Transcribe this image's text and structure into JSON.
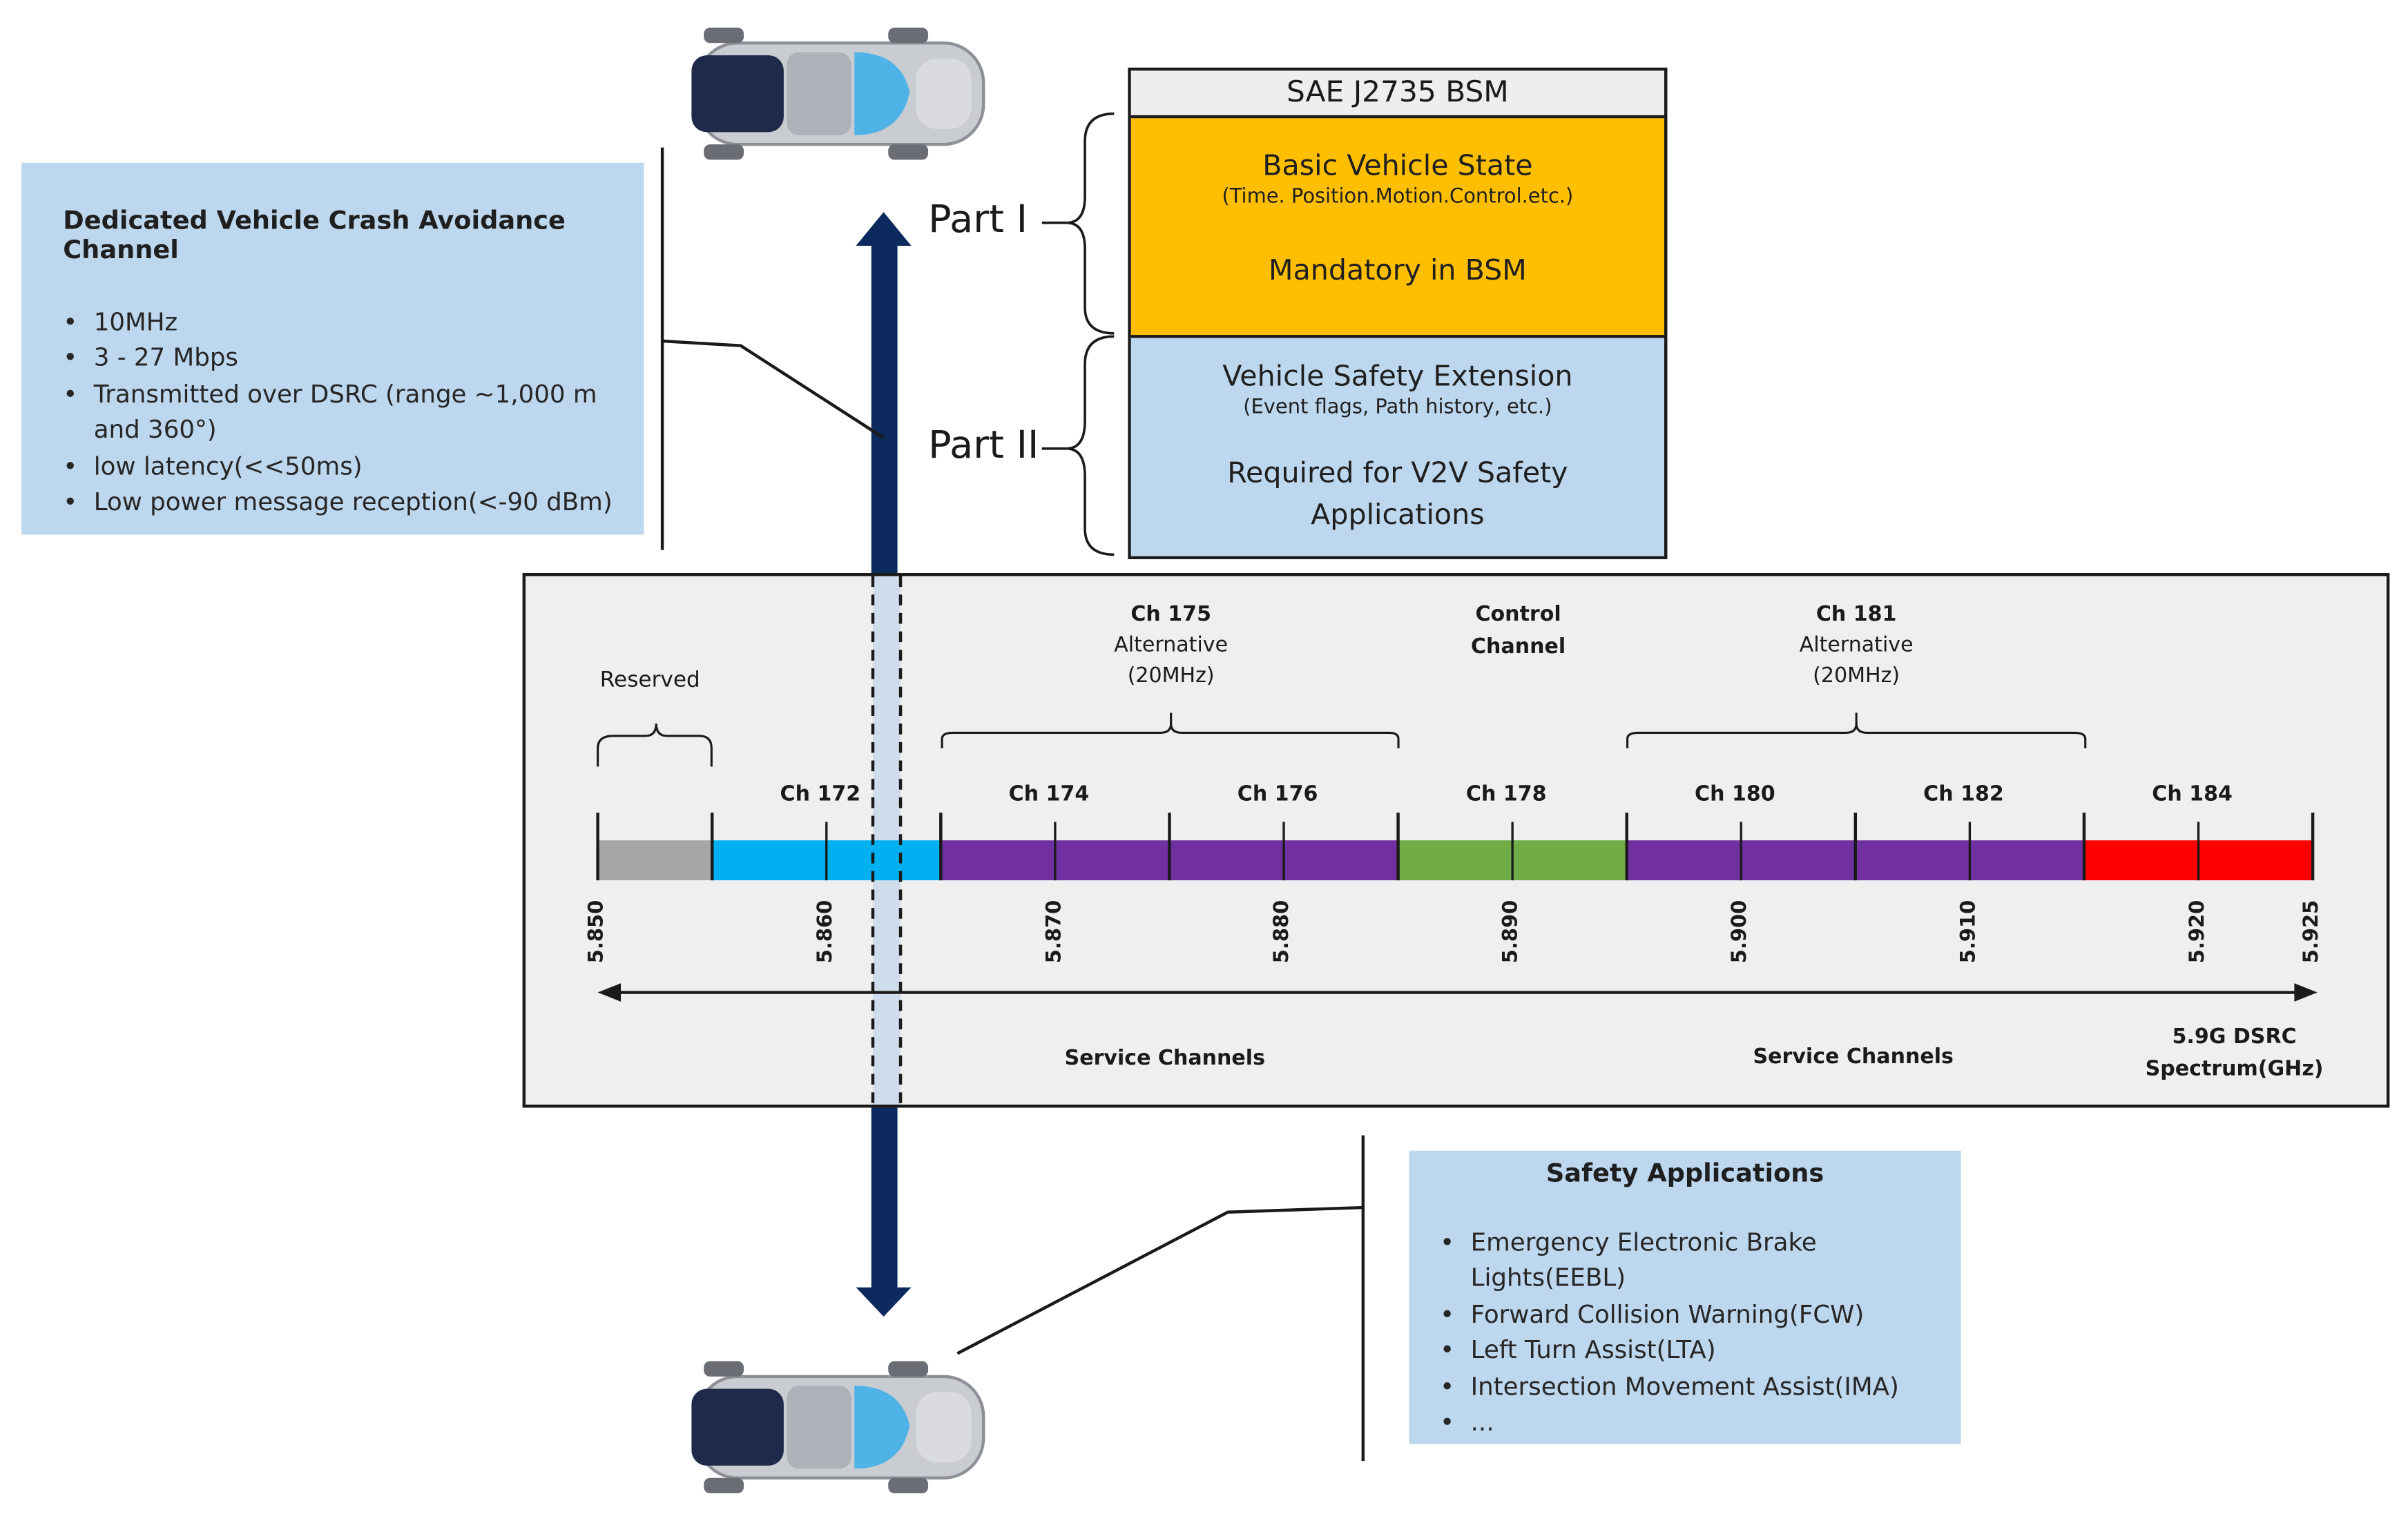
{
  "crash_channel": {
    "title": "Dedicated Vehicle Crash Avoidance Channel",
    "items": [
      "10MHz",
      "3 - 27 Mbps",
      "Transmitted over DSRC (range ~1,000 m and 360°)",
      "low latency(<<50ms)",
      "Low power message reception(<-90 dBm)"
    ]
  },
  "bsm": {
    "title": "SAE J2735  BSM",
    "part1_label": "Part I",
    "part1_title": "Basic Vehicle State",
    "part1_sub": "(Time. Position.Motion.Control.etc.)",
    "part1_note": "Mandatory in BSM",
    "part2_label": "Part II",
    "part2_title": "Vehicle Safety Extension",
    "part2_sub": "(Event flags, Path history, etc.)",
    "part2_note": "Required for V2V Safety Applications"
  },
  "spectrum": {
    "reserved_label": "Reserved",
    "ch175": {
      "name": "Ch 175",
      "type": "Alternative",
      "width": "(20MHz)"
    },
    "control": {
      "line1": "Control",
      "line2": "Channel"
    },
    "ch181": {
      "name": "Ch 181",
      "type": "Alternative",
      "width": "(20MHz)"
    },
    "service_left": "Service Channels",
    "service_right": "Service Channels",
    "axis_line1": "5.9G DSRC",
    "axis_line2": "Spectrum(GHz)",
    "ticks": [
      "5.850",
      "5.860",
      "5.870",
      "5.880",
      "5.890",
      "5.900",
      "5.910",
      "5.920",
      "5.925"
    ],
    "channels": [
      {
        "name": "Ch 172",
        "color": "#00b0f0"
      },
      {
        "name": "Ch 174",
        "color": "#7030a0"
      },
      {
        "name": "Ch 176",
        "color": "#7030a0"
      },
      {
        "name": "Ch 178",
        "color": "#70ad47"
      },
      {
        "name": "Ch 180",
        "color": "#7030a0"
      },
      {
        "name": "Ch 182",
        "color": "#7030a0"
      },
      {
        "name": "Ch 184",
        "color": "#ff0000"
      }
    ],
    "reserved_color": "#a6a6a6"
  },
  "safety_apps": {
    "title": "Safety Applications",
    "items": [
      "Emergency Electronic Brake Lights(EEBL)",
      "Forward Collision Warning(FCW)",
      "Left Turn Assist(LTA)",
      "Intersection Movement Assist(IMA)",
      "..."
    ]
  },
  "colors": {
    "arrow": "#0d2a5e",
    "light_blue": "#bdd7ee",
    "amber": "#ffbf00"
  }
}
